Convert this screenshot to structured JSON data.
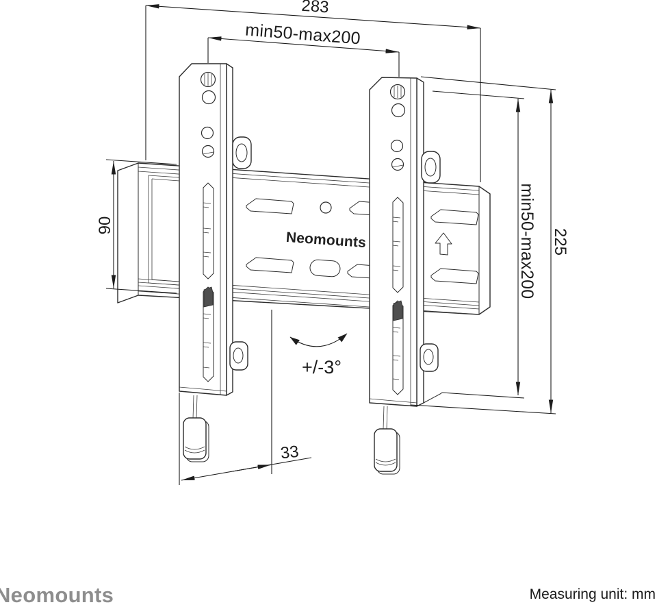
{
  "drawing": {
    "brand_on_plate": "Neomounts",
    "tilt_range": "+/-3°",
    "dimensions": {
      "total_width": "283",
      "vesa_width": "min50-max200",
      "bracket_height": "90",
      "vesa_height": "min50-max200",
      "total_height": "225",
      "depth": "33"
    },
    "colors": {
      "line": "#2c2c2c",
      "dimension": "#1d1d1d",
      "brand_gray": "#8d8d8d",
      "insert_dark": "#4f4f4f"
    }
  },
  "footer": {
    "brand": "Neomounts",
    "note": "Measuring unit: mm"
  }
}
